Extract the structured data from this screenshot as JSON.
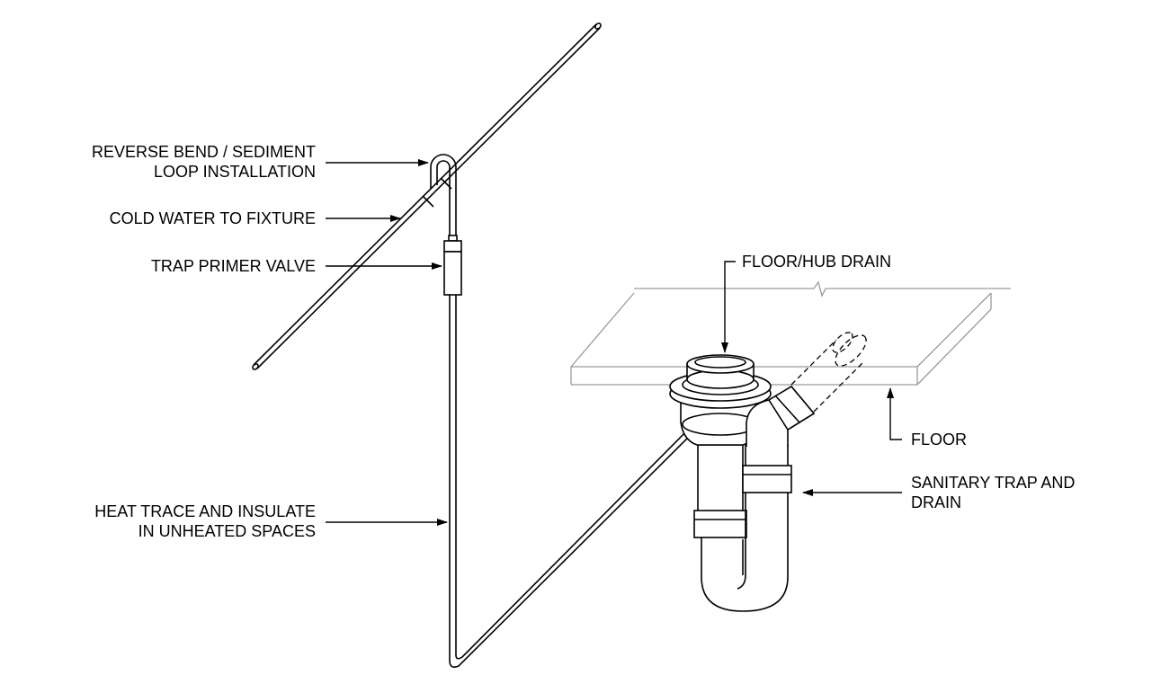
{
  "labels": {
    "reverse_bend": {
      "line1": "REVERSE BEND / SEDIMENT",
      "line2": "LOOP INSTALLATION"
    },
    "cold_water": "COLD WATER TO FIXTURE",
    "trap_primer": "TRAP PRIMER VALVE",
    "heat_trace": {
      "line1": "HEAT TRACE AND INSULATE",
      "line2": "IN UNHEATED SPACES"
    },
    "floor_drain": "FLOOR/HUB DRAIN",
    "floor": "FLOOR",
    "sanitary": {
      "line1": "SANITARY TRAP AND",
      "line2": "DRAIN"
    }
  },
  "colors": {
    "line": "#000000",
    "floor_slab": "#9a9a9a",
    "background": "#ffffff"
  }
}
